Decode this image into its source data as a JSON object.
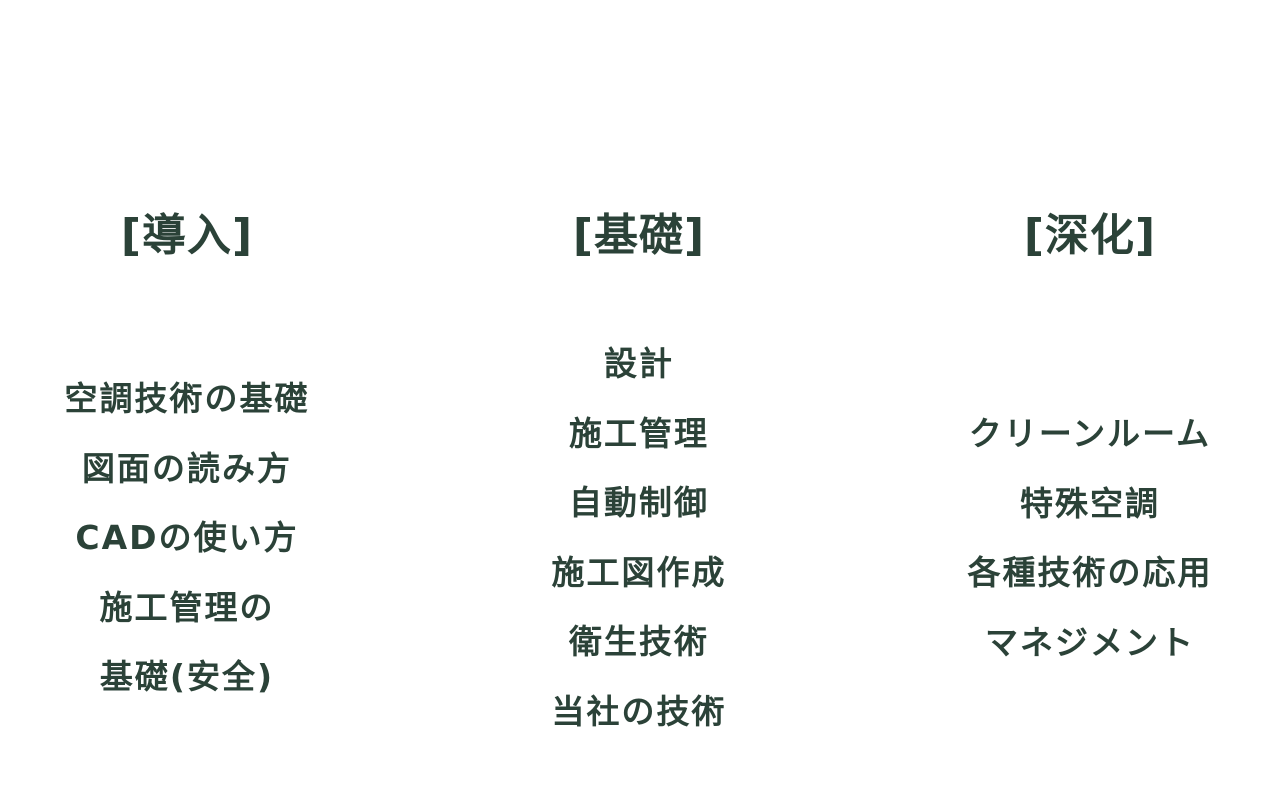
{
  "theme": {
    "text_color": "#2b4238",
    "background": "#ffffff"
  },
  "columns": [
    {
      "heading": "[導入]",
      "items": [
        "空調技術の基礎",
        "図面の読み方",
        "CADの使い方",
        "施工管理の",
        "基礎(安全)"
      ]
    },
    {
      "heading": "[基礎]",
      "items": [
        "設計",
        "施工管理",
        "自動制御",
        "施工図作成",
        "衛生技術",
        "当社の技術"
      ]
    },
    {
      "heading": "[深化]",
      "items": [
        "クリーンルーム",
        "特殊空調",
        "各種技術の応用",
        "マネジメント"
      ]
    }
  ]
}
